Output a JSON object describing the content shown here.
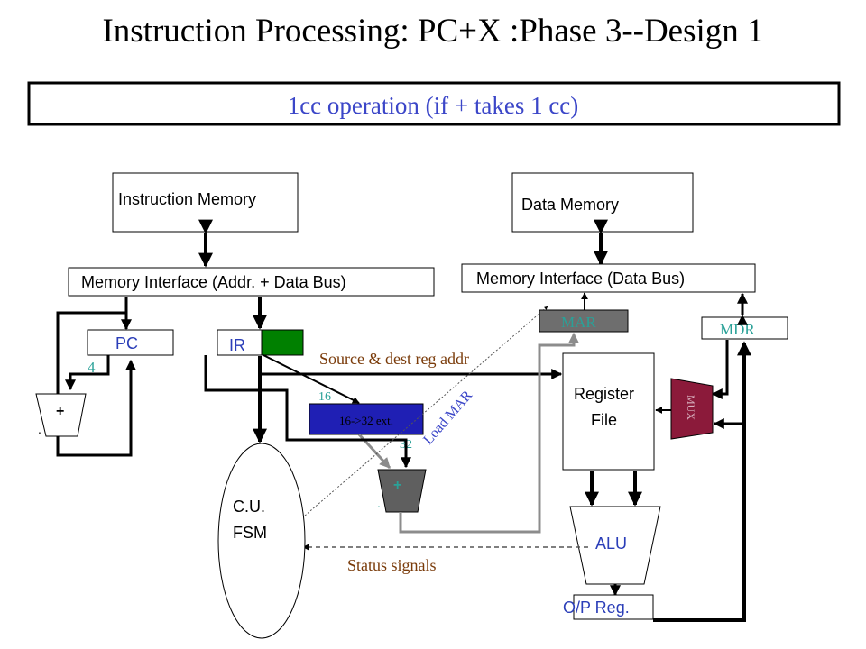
{
  "title": "Instruction Processing: PC+X :Phase 3--Design 1",
  "banner": "1cc operation (if + takes 1 cc)",
  "blocks": {
    "instruction_memory": "Instruction Memory",
    "data_memory": "Data Memory",
    "mem_interface_left": "Memory Interface (Addr. + Data Bus)",
    "mem_interface_right": "Memory Interface (Data Bus)",
    "pc": "PC",
    "ir": "IR",
    "mar": "MAR",
    "mdr": "MDR",
    "register_file_line1": "Register",
    "register_file_line2": "File",
    "mux": "MUX",
    "extender": "16->32 ext.",
    "cu_line1": "C.U.",
    "cu_line2": "FSM",
    "alu": "ALU",
    "op_reg": "O/P Reg.",
    "adder_left": "+",
    "adder_mid": "+",
    "dot_left": ".",
    "dot_mid": "."
  },
  "labels": {
    "four": "4",
    "source_dest": "Source & dest reg addr",
    "sixteen": "16",
    "thirty_two": "32",
    "load_mar": "Load MAR",
    "status_signals": "Status signals"
  },
  "colors": {
    "ir_field": "#008000",
    "extender": "#1f1fb4",
    "mar": "#6e6e6e",
    "mux": "#8b1a3a",
    "adder_mid": "#5f5f5f",
    "teal_text": "#2aa198",
    "brown_text": "#7a3b0a",
    "blue_text": "#3b46c8",
    "gray_wire": "#8c8c8c"
  }
}
